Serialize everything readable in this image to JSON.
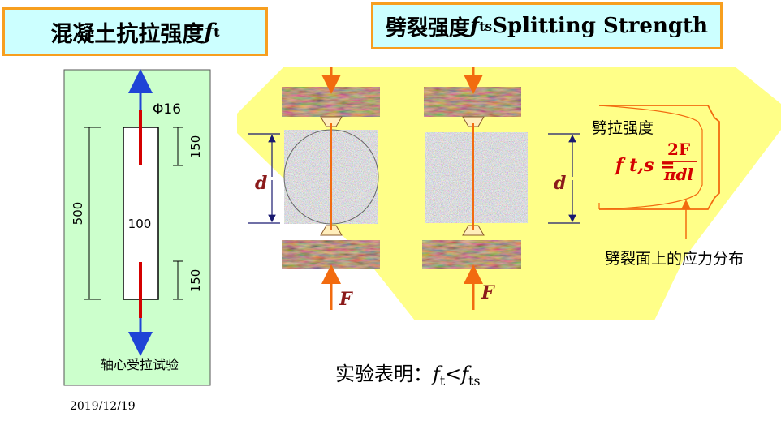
{
  "title_left": {
    "text": "混凝土抗拉强度",
    "symbol": "f",
    "subscript": "t"
  },
  "title_right": {
    "text": "劈裂强度",
    "symbol": "f",
    "subscript": "ts",
    "text_after": " Splitting Strength"
  },
  "axial_test": {
    "rebar_label": "Φ16",
    "dim_total": "500",
    "dim_top": "150",
    "dim_bottom": "150",
    "width_label": "100",
    "caption": "轴心受拉试验"
  },
  "splitting": {
    "load_label": "F",
    "diameter_label": "d",
    "stress_title": "劈拉强度",
    "formula_lhs": "f t,s =",
    "formula_num": "2F",
    "formula_den": "πdl",
    "stress_caption": "劈裂面上的应力分布"
  },
  "conclusion": {
    "prefix": "实验表明：",
    "lhs_sub": "t",
    "op": "<",
    "rhs_sub": "ts",
    "symbol": "f"
  },
  "date": "2019/12/19",
  "colors": {
    "orange": "#f26b0f",
    "dark_red": "#8b1a1a",
    "navy": "#191970",
    "yellow": "#ffff88",
    "green_panel": "#ccffcc"
  }
}
